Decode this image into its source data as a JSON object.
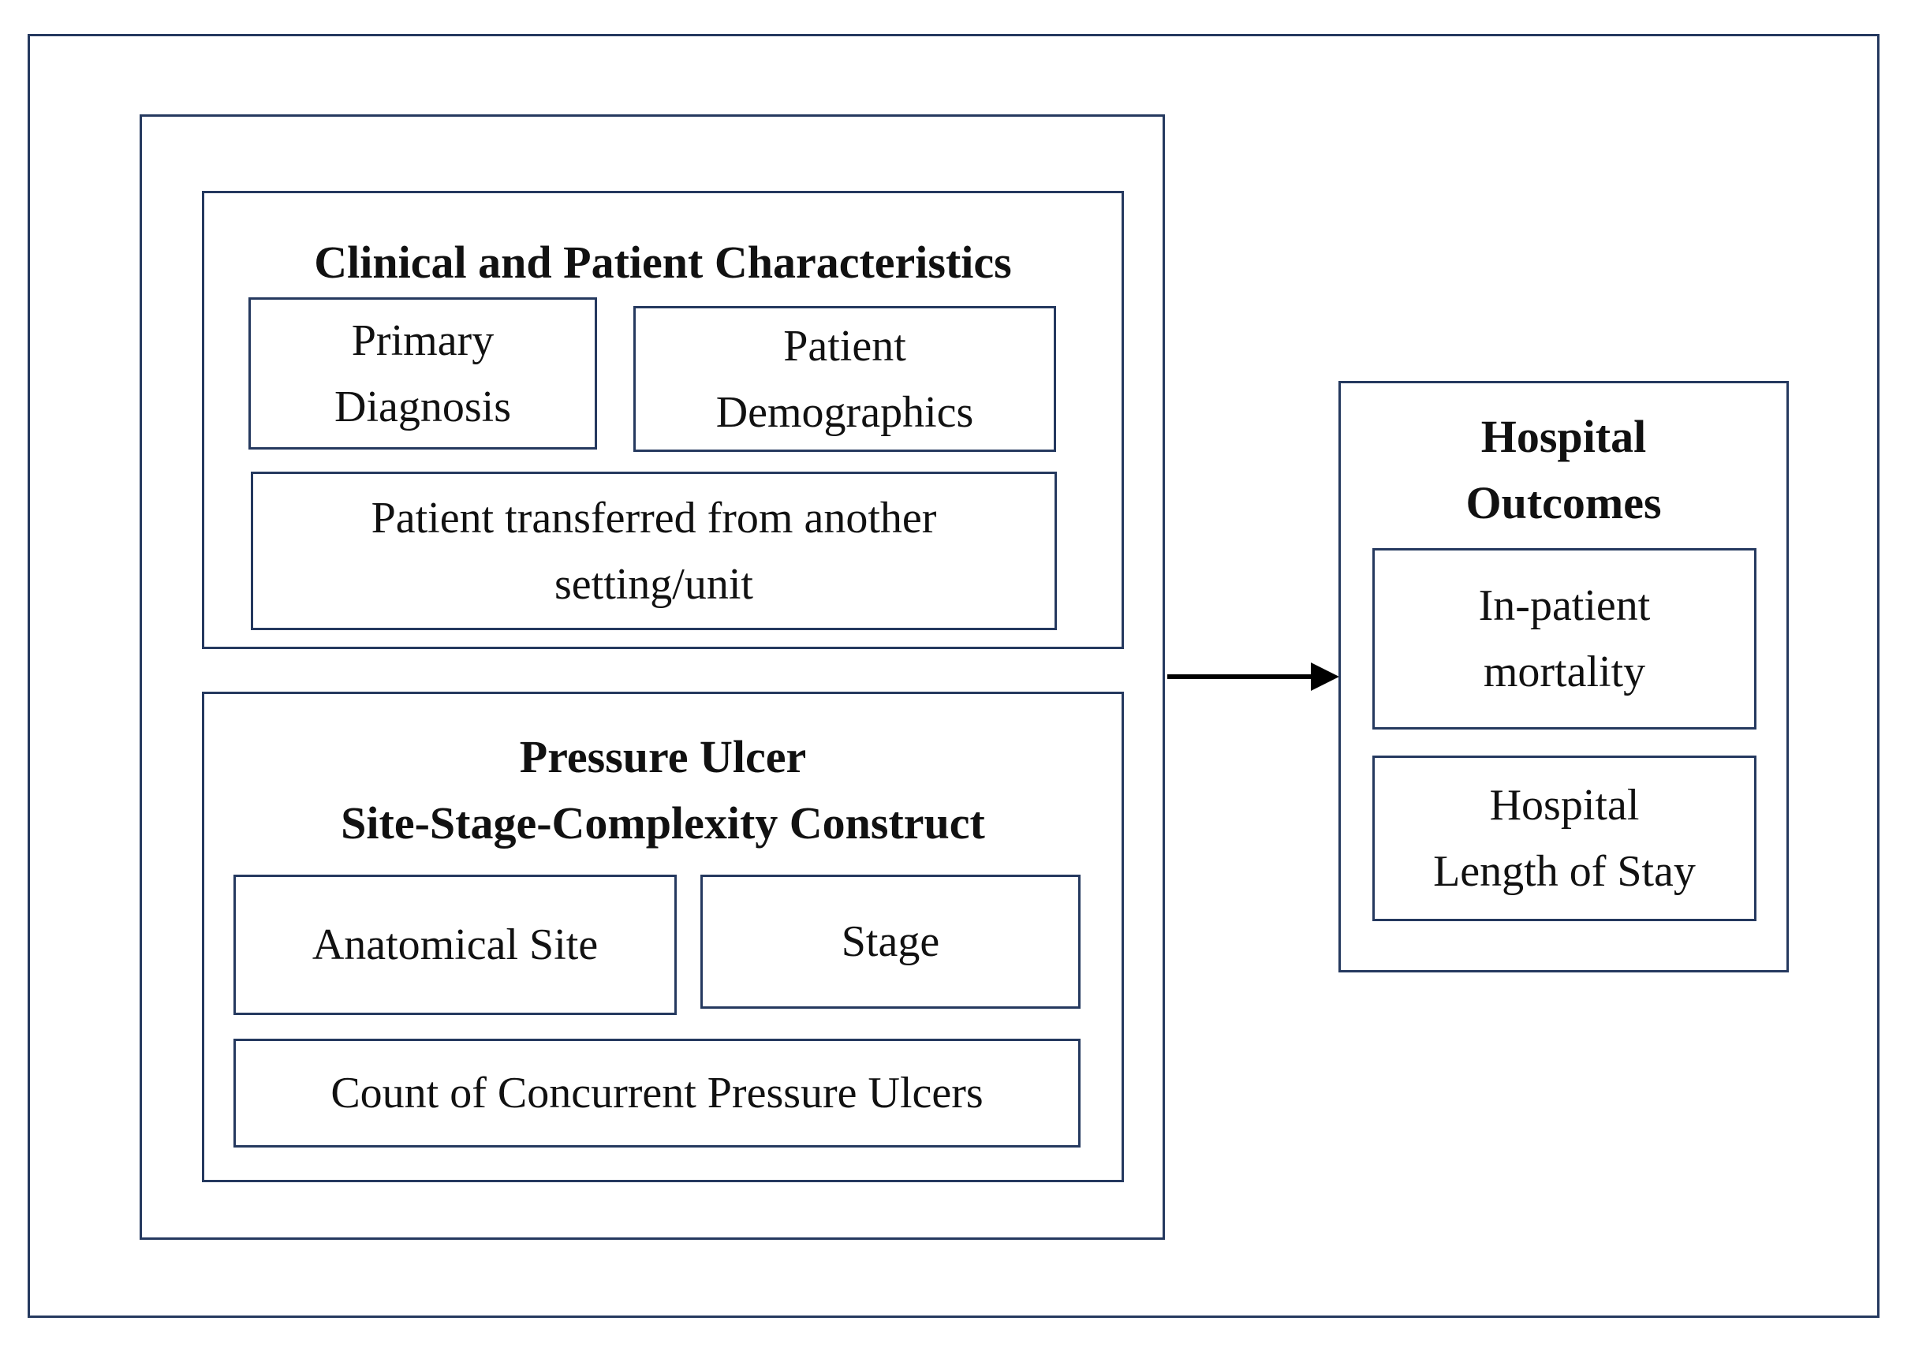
{
  "colors": {
    "border": "#25395f",
    "text": "#111111",
    "arrow": "#000000",
    "background": "#ffffff"
  },
  "diagram": {
    "left_group": {
      "clinical": {
        "title": "Clinical and Patient Characteristics",
        "primary_diagnosis": "Primary\nDiagnosis",
        "patient_demographics": "Patient\nDemographics",
        "transferred": "Patient transferred from another\nsetting/unit"
      },
      "pressure_ulcer": {
        "title": "Pressure Ulcer\nSite-Stage-Complexity Construct",
        "anatomical_site": "Anatomical Site",
        "stage": "Stage",
        "count": "Count of Concurrent Pressure Ulcers"
      }
    },
    "outcomes": {
      "title": "Hospital\nOutcomes",
      "inpatient_mortality": "In-patient\nmortality",
      "length_of_stay": "Hospital\nLength of Stay"
    }
  }
}
